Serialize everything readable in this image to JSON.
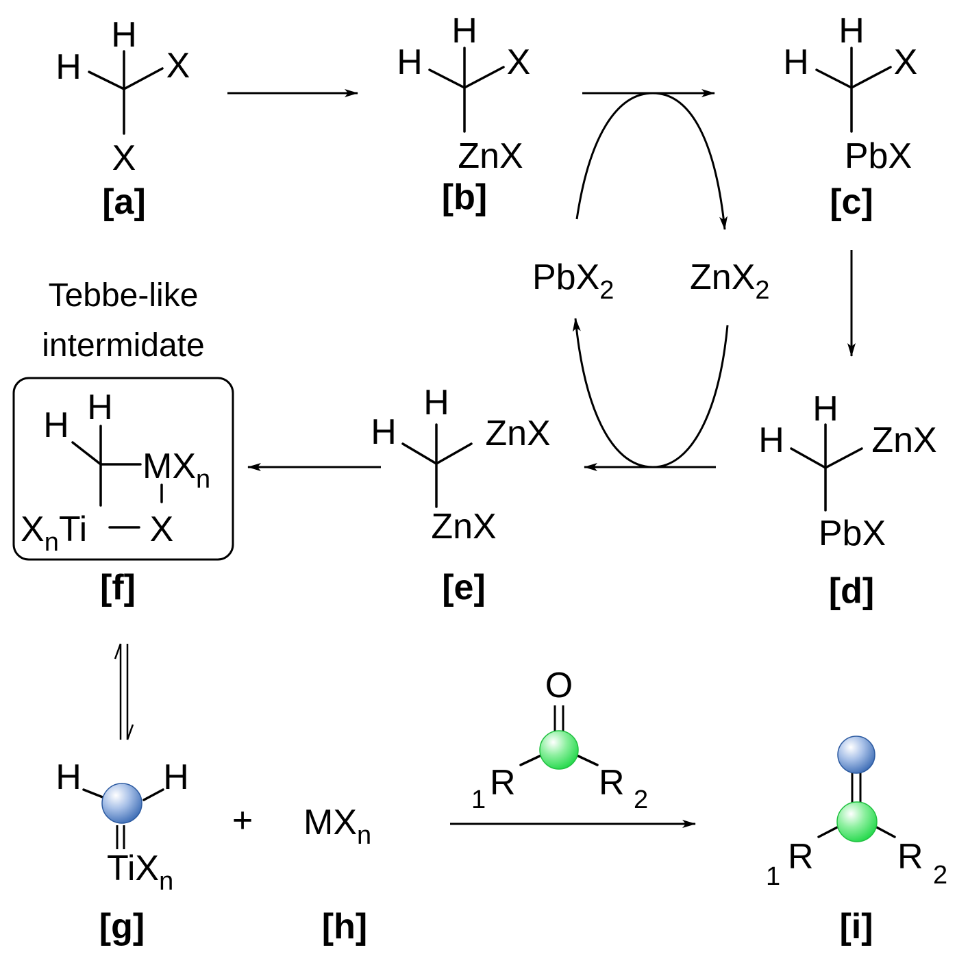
{
  "labels": {
    "a": "[a]",
    "b": "[b]",
    "c": "[c]",
    "d": "[d]",
    "e": "[e]",
    "f": "[f]",
    "g": "[g]",
    "h": "[h]",
    "i": "[i]"
  },
  "atoms": {
    "H": "H",
    "X": "X",
    "ZnX": "ZnX",
    "PbX": "PbX",
    "Zn": "Zn",
    "Pb": "Pb",
    "sub2": "2",
    "subn": "n",
    "M": "M",
    "Ti": "Ti",
    "O": "O",
    "R": "R",
    "sub1": "1"
  },
  "caption": {
    "line1": "Tebbe-like",
    "line2": "intermidate"
  },
  "plus": "+",
  "colors": {
    "blue_ball": "#3d6db5",
    "green_ball": "#22d84a"
  }
}
